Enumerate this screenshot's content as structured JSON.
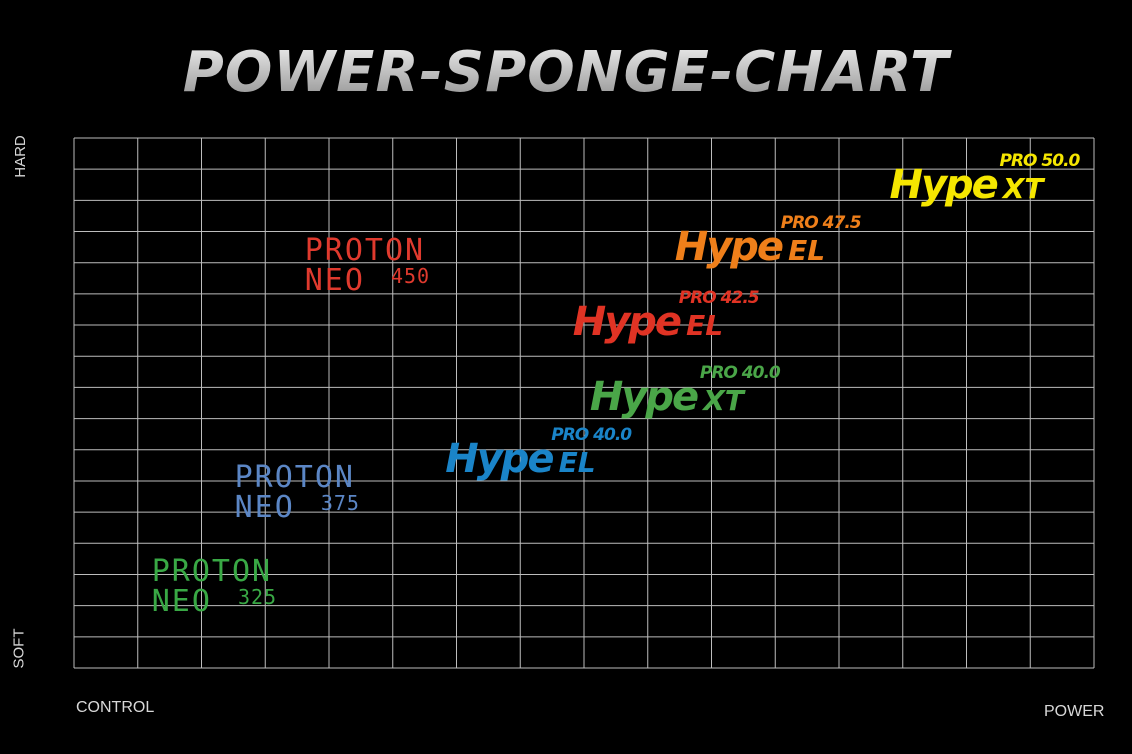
{
  "title": "POWER-SPONGE-CHART",
  "axes": {
    "y_top": "HARD",
    "y_bottom": "SOFT",
    "x_left": "CONTROL",
    "x_right": "POWER"
  },
  "chart_data": {
    "type": "scatter",
    "title": "POWER-SPONGE-CHART",
    "xlabel_left": "CONTROL",
    "xlabel_right": "POWER",
    "ylabel_top": "HARD",
    "ylabel_bottom": "SOFT",
    "grid": true,
    "grid_cols": 16,
    "grid_rows": 17,
    "xlim": [
      0,
      16
    ],
    "ylim": [
      0,
      17
    ],
    "points": [
      {
        "label": "PROTON NEO 325",
        "line1": "PROTON",
        "line2": "NEO",
        "num": "325",
        "x": 2.2,
        "y": 2.6,
        "color": "#39a845",
        "style": "proton"
      },
      {
        "label": "PROTON NEO 375",
        "line1": "PROTON",
        "line2": "NEO",
        "num": "375",
        "x": 3.5,
        "y": 5.6,
        "color": "#5b86c5",
        "style": "proton"
      },
      {
        "label": "PROTON NEO 450",
        "line1": "PROTON",
        "line2": "NEO",
        "num": "450",
        "x": 4.6,
        "y": 12.9,
        "color": "#e03a2e",
        "style": "proton"
      },
      {
        "label": "Hype EL PRO 40.0",
        "word": "Hype",
        "suffix": "EL",
        "pro": "PRO 40.0",
        "x": 7.0,
        "y": 6.7,
        "color": "#1a84c8",
        "style": "hype"
      },
      {
        "label": "Hype XT PRO 40.0",
        "word": "Hype",
        "suffix": "XT",
        "pro": "PRO 40.0",
        "x": 9.3,
        "y": 8.7,
        "color": "#4aa648",
        "style": "hype"
      },
      {
        "label": "Hype EL PRO 42.5",
        "word": "Hype",
        "suffix": "EL",
        "pro": "PRO 42.5",
        "x": 9.0,
        "y": 11.1,
        "color": "#e03324",
        "style": "hype"
      },
      {
        "label": "Hype EL PRO 47.5",
        "word": "Hype",
        "suffix": "EL",
        "pro": "PRO 47.5",
        "x": 10.6,
        "y": 13.5,
        "color": "#ef7f1a",
        "style": "hype"
      },
      {
        "label": "Hype XT PRO 50.0",
        "word": "Hype",
        "suffix": "XT",
        "pro": "PRO 50.0",
        "x": 14.0,
        "y": 15.5,
        "color": "#f5e600",
        "style": "hype"
      }
    ]
  }
}
